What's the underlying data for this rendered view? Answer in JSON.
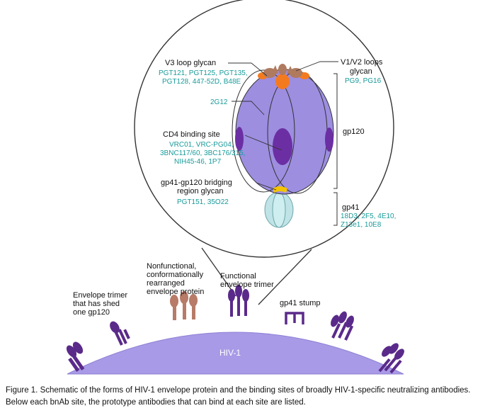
{
  "labels": {
    "v3_loop_glycan": "V3 loop glycan",
    "v3_antibodies_1": "PGT121, PGT125, PGT135,",
    "v3_antibodies_2": "PGT128, 447-52D, B48E",
    "v1v2_loops_1": "V1/V2 loops",
    "v1v2_loops_2": "glycan",
    "v1v2_antibodies": "PG9, PG16",
    "g2g12": "2G12",
    "cd4_binding_site": "CD4 binding site",
    "cd4_antibodies_1": "VRC01, VRC-PG04,",
    "cd4_antibodies_2": "3BNC117/60, 3BC176/315,",
    "cd4_antibodies_3": "NIH45-46, 1P7",
    "gp120": "gp120",
    "bridging_1": "gp41-gp120 bridging",
    "bridging_2": "region glycan",
    "bridging_antibodies": "PGT151, 35O22",
    "gp41": "gp41",
    "gp41_antibodies_1": "18D3, 2F5, 4E10,",
    "gp41_antibodies_2": "Z13e1, 10E8",
    "nonfunctional_1": "Nonfunctional,",
    "nonfunctional_2": "conformationally",
    "nonfunctional_3": "rearranged",
    "nonfunctional_4": "envelope protein",
    "functional_1": "Functional",
    "functional_2": "envelope trimer",
    "shed_1": "Envelope trimer",
    "shed_2": "that has shed",
    "shed_3": "one gp120",
    "stump": "gp41 stump",
    "virion": "HIV-1"
  },
  "caption": "Figure 1.  Schematic of the forms of HIV-1 envelope protein and the binding sites of broadly HIV-1-specific neutralizing antibodies. Below each bnAb site, the prototype antibodies that can bind at each site are listed.",
  "colors": {
    "gp120": "#9d8ee0",
    "binding_site": "#6b2fa3",
    "glycan_orange": "#f47a20",
    "glycan_brown": "#b07a5e",
    "glycan_yellow": "#f5c400",
    "gp41": "#bfe3e6",
    "spike": "#5a2a8a",
    "nonfunctional": "#b77b68",
    "virion": "#a89ae6",
    "antibody_text": "#1a9a9a"
  }
}
